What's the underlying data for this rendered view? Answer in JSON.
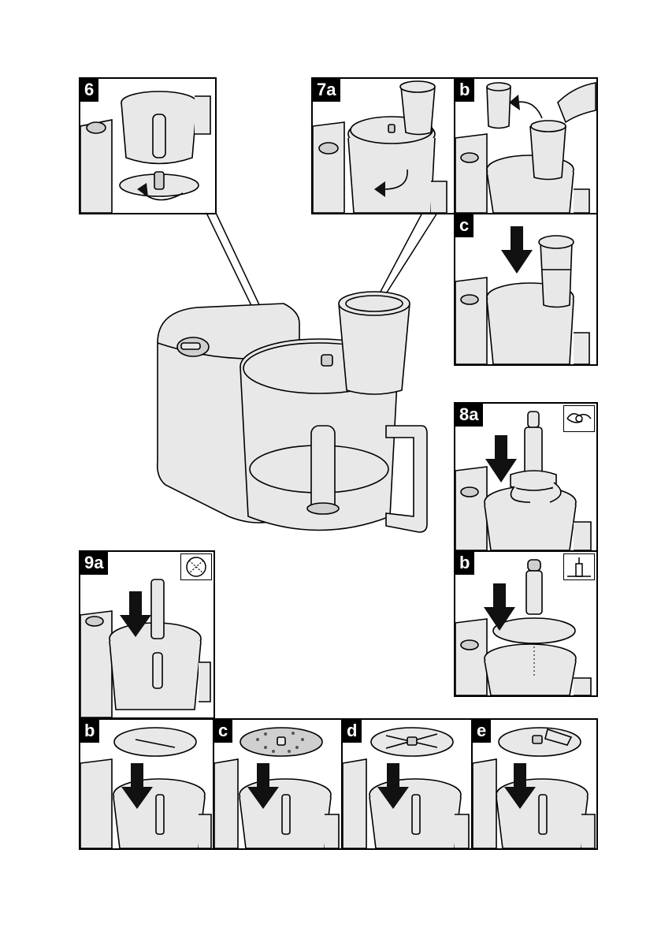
{
  "panels": {
    "p6": "6",
    "p7a": "7a",
    "p7b": "b",
    "p7c": "c",
    "p8a": "8a",
    "p8b": "b",
    "p9a": "9a",
    "p9b": "b",
    "p9c": "c",
    "p9d": "d",
    "p9e": "e"
  },
  "icons": {
    "p8a": "knife-blade-icon",
    "p8b": "whisk-icon",
    "p9a": "disc-icon"
  }
}
